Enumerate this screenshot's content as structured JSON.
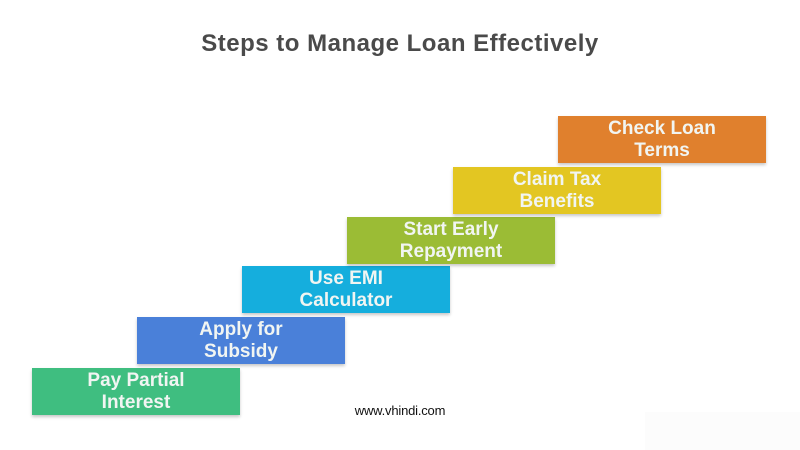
{
  "page": {
    "title": "Steps to Manage Loan Effectively",
    "title_color": "#4a4a4a",
    "background": "#ffffff",
    "watermark": "www.vhindi.com"
  },
  "steps": [
    {
      "line1": "Pay Partial",
      "line2": "Interest",
      "color": "#3fbe80"
    },
    {
      "line1": "Apply for",
      "line2": "Subsidy",
      "color": "#4a80d9"
    },
    {
      "line1": "Use EMI",
      "line2": "Calculator",
      "color": "#15aedd"
    },
    {
      "line1": "Start Early",
      "line2": "Repayment",
      "color": "#9bbc35"
    },
    {
      "line1": "Claim Tax",
      "line2": "Benefits",
      "color": "#e3c622"
    },
    {
      "line1": "Check Loan",
      "line2": "Terms",
      "color": "#e0802d"
    }
  ]
}
